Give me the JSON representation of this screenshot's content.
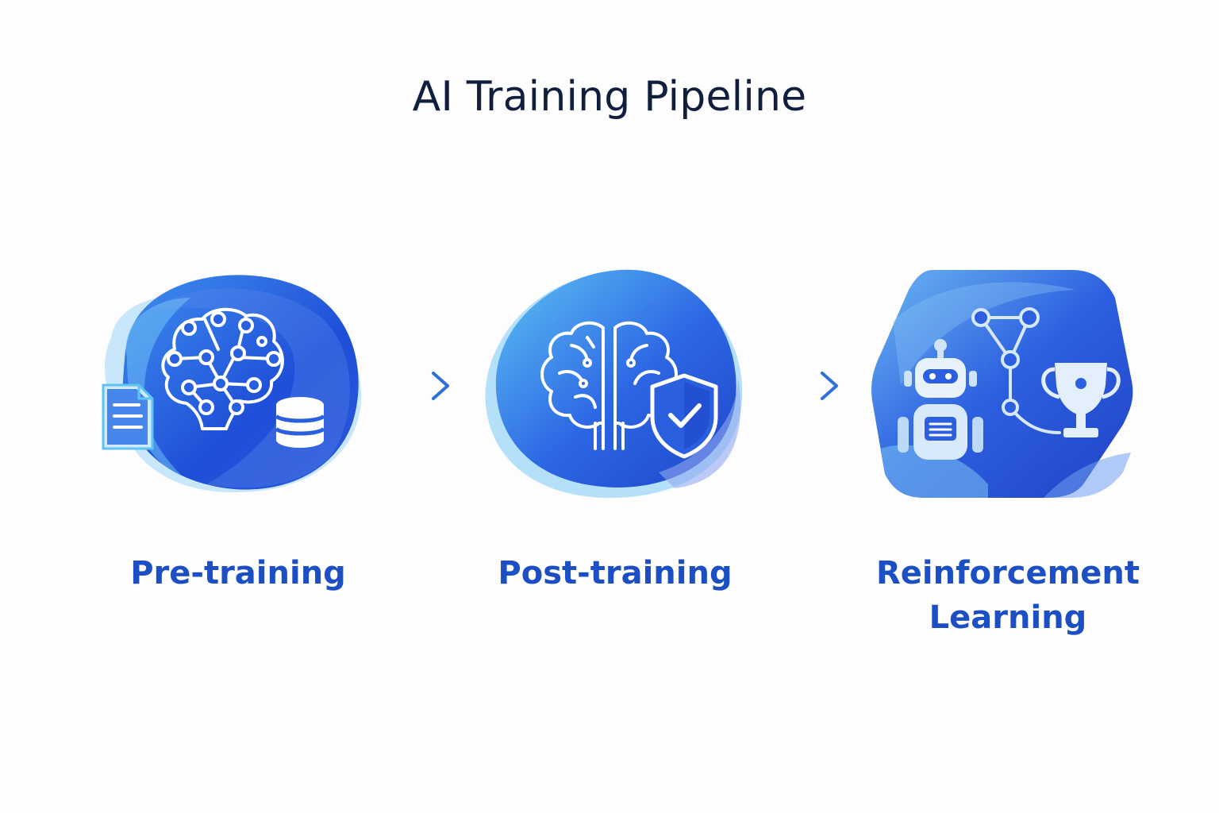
{
  "title": "AI Training Pipeline",
  "colors": {
    "title": "#0f1f3d",
    "label": "#1d4fc4",
    "blob_dark": "#1e4fd6",
    "blob_light": "#5ec3f5",
    "arrow": "#3a7fe0"
  },
  "steps": [
    {
      "label": "Pre-training",
      "icons": [
        "neural-network-brain-icon",
        "document-icon",
        "database-icon"
      ]
    },
    {
      "label": "Post-training",
      "icons": [
        "brain-icon",
        "shield-check-icon"
      ]
    },
    {
      "label_lines": [
        "Reinforcement",
        "Learning"
      ],
      "icons": [
        "robot-icon",
        "path-graph-icon",
        "trophy-icon"
      ]
    }
  ]
}
